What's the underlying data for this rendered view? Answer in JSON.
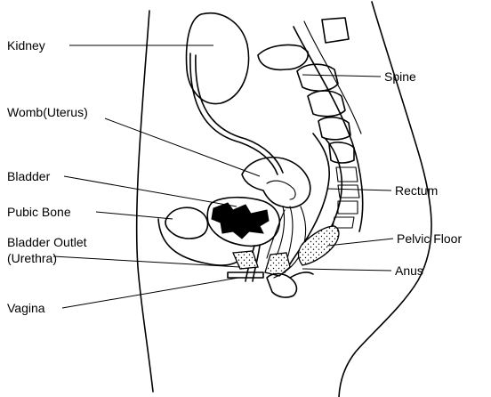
{
  "labels": {
    "kidney": "Kidney",
    "spine": "Spine",
    "womb": "Womb(Uterus)",
    "bladder": "Bladder",
    "rectum": "Rectum",
    "pubic_bone": "Pubic Bone",
    "pelvic_floor": "Pelvic Floor",
    "bladder_outlet_line1": "Bladder Outlet",
    "bladder_outlet_line2": "(Urethra)",
    "anus": "Anus",
    "vagina": "Vagina"
  },
  "colors": {
    "ink": "#000000",
    "background": "#ffffff"
  }
}
